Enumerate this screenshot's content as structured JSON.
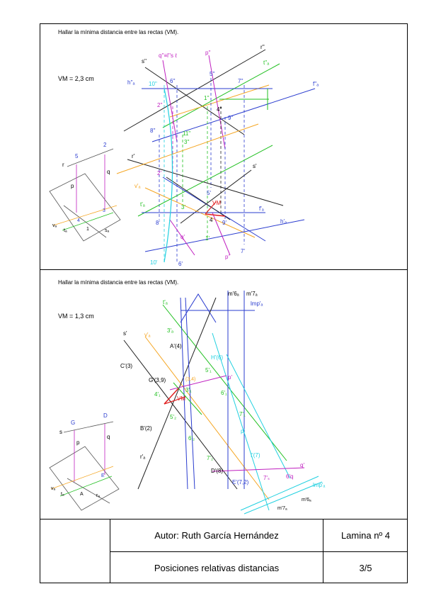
{
  "panel1": {
    "title": "Hallar la mínima distancia entre las rectas (VM).",
    "vm": "VM = 2,3 cm",
    "labels": {
      "s2": "s''",
      "q2": "q''≡l''s ℓ",
      "p2": "p''",
      "r2": "r''",
      "t2": "t''ₐ",
      "f2": "f''ₐ",
      "h2": "h''ₐ",
      "p10": "10''",
      "p6": "6''",
      "p5": "5''",
      "p7": "7''",
      "p2b": "2''",
      "p4": "4''",
      "p9": "9''",
      "p8": "8''",
      "p11": "11''",
      "p3": "3''",
      "l1": "1''",
      "r1": "r'",
      "s1": "s'",
      "v1": "v'ₐ",
      "t1": "t'ₐ",
      "f1": "f'ₐ",
      "h1": "h'ₐ",
      "q1": "q'",
      "p1": "p'",
      "vmlab": "VM",
      "p8b": "8'",
      "p9b": "9'",
      "p4b": "4",
      "p1b": "1'",
      "p7b": "7'",
      "p10b": "10'",
      "p6b": "6'",
      "p2c": "2'",
      "p3c": "3'",
      "p5c": "5'"
    },
    "inset": {
      "r": "r",
      "n5": "5",
      "n2": "2",
      "p": "p",
      "q": "q",
      "n4": "4",
      "n3": "3",
      "n1": "1",
      "v": "vₐ",
      "t": "tₐ",
      "s": "sₐ"
    }
  },
  "panel2": {
    "title": "Hallar la mínima distancia entre las rectas (VM).",
    "vm": "VM = 1,3 cm",
    "labels": {
      "t1": "t'ₐ",
      "s1": "s'",
      "v1": "v'ₐ",
      "m6": "m'6ₐ",
      "m7": "m'7ₐ",
      "lmp": "lmp'ₐ",
      "a": "A'(4)",
      "c": "C'(3)",
      "h": "H'(6)",
      "g": "G'(3,9)",
      "p34": "(3,4)",
      "p1": "p'",
      "n5": "5'₁",
      "n4": "4'₁",
      "n3": "3'₁",
      "vm": "VM",
      "b": "B'(2)",
      "n6": "6'₁",
      "n7": "7'₁",
      "n5b": "5'₂",
      "n6b": "6'₂",
      "n7b": "7'₂",
      "r1": "r'ₐ",
      "i7": "I'(7)",
      "d": "D'(8)",
      "e": "E'(7,2)",
      "q1": "q'",
      "n7s": "7'ₛ",
      "n6q": "6'q",
      "lmp2": "lmp'ₐ",
      "m7b": "m'7ₐ",
      "m6b": "m'6ₐ",
      "n3t": "3'ₐ",
      "pp": "p'"
    },
    "inset": {
      "s": "s",
      "g": "G",
      "d": "D",
      "p": "p",
      "q": "q",
      "e": "E",
      "a": "A",
      "v": "vₐ",
      "t": "tₐ",
      "r": "rₐ"
    }
  },
  "titleblock": {
    "author": "Autor: Ruth García Hernández",
    "sheet": "Lamina nº 4",
    "subject": "Posiciones relativas distancias",
    "page": "3/5"
  }
}
